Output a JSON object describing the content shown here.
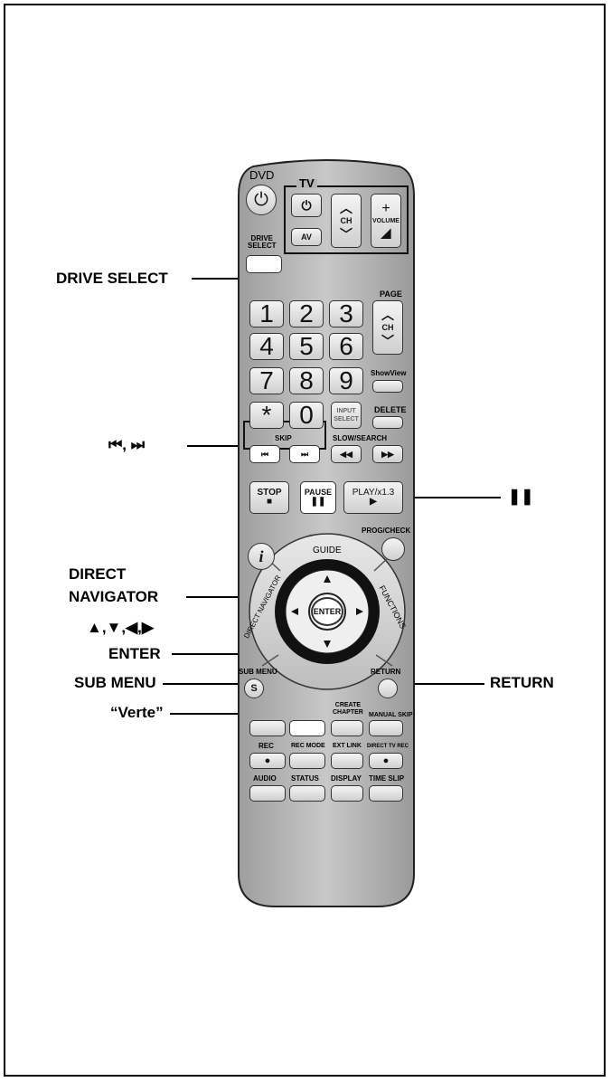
{
  "callouts": {
    "drive_select": "DRIVE SELECT",
    "skip": "⏮, ⏭",
    "pause": "❚❚",
    "direct_navigator_1": "DIRECT",
    "direct_navigator_2": "NAVIGATOR",
    "arrows": "▲,▼,◀,▶",
    "enter": "ENTER",
    "sub_menu": "SUB MENU",
    "return": "RETURN",
    "green": "“Verte”"
  },
  "remote": {
    "dvd": "DVD",
    "tv": "TV",
    "drive_select": "DRIVE\nSELECT",
    "av": "AV",
    "ch": "CH",
    "volume": "VOLUME",
    "page": "PAGE",
    "page_ch": "CH",
    "digits": [
      "1",
      "2",
      "3",
      "4",
      "5",
      "6",
      "7",
      "8",
      "9",
      "*",
      "0"
    ],
    "input_select": "INPUT\nSELECT",
    "showview": "ShowView",
    "delete": "DELETE",
    "skip": "SKIP",
    "slow_search": "SLOW/SEARCH",
    "stop": "STOP",
    "pause": "PAUSE",
    "play": "PLAY/x1.3",
    "prog_check": "PROG/CHECK",
    "info": "i",
    "guide": "GUIDE",
    "direct_navigator": "DIRECT NAVIGATOR",
    "functions": "FUNCTIONS",
    "enter": "ENTER",
    "sub_menu": "SUB MENU",
    "return": "RETURN",
    "s": "S",
    "create_chapter": "CREATE\nCHAPTER",
    "manual_skip": "MANUAL SKIP",
    "rec": "REC",
    "rec_mode": "REC MODE",
    "ext_link": "EXT LINK",
    "direct_tv_rec": "DIRECT TV REC",
    "audio": "AUDIO",
    "status": "STATUS",
    "display": "DISPLAY",
    "time_slip": "TIME SLIP"
  }
}
